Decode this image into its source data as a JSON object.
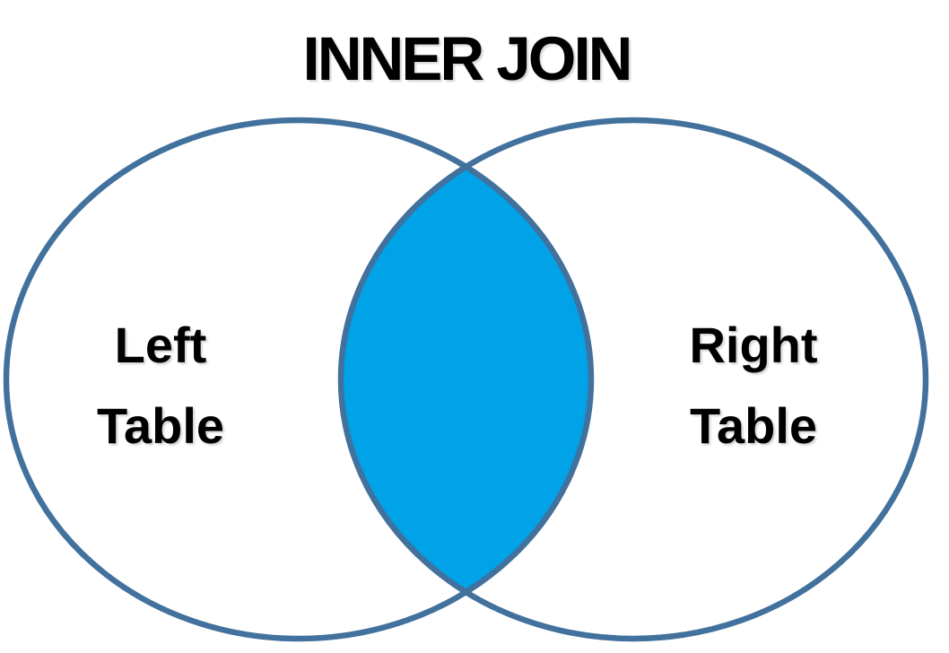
{
  "title": "INNER JOIN",
  "diagram": {
    "type": "venn",
    "left_circle_label": "Left\nTable",
    "right_circle_label": "Right\nTable",
    "highlighted_region": "intersection"
  },
  "colors": {
    "circle_stroke": "#41719C",
    "intersection_fill": "#00A2E8",
    "text": "#000000",
    "background": "#FFFFFF"
  }
}
